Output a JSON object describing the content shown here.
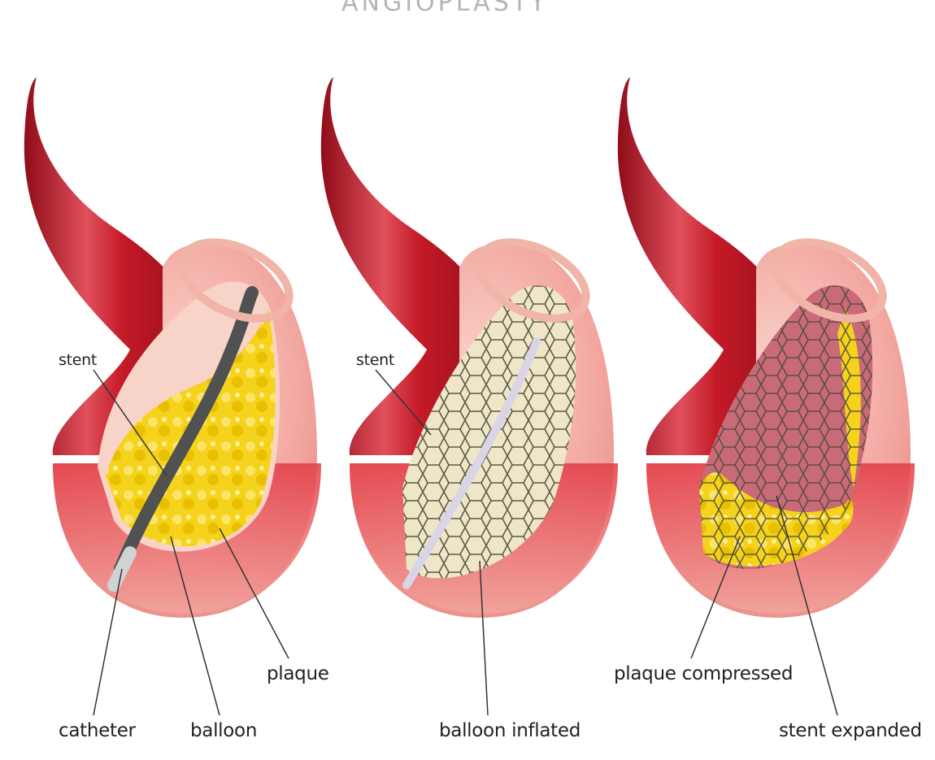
{
  "title": "ANGIOPLASTY",
  "panels": [
    {
      "id": "panel-1",
      "labels": {
        "stent": "stent",
        "catheter": "catheter",
        "balloon": "balloon",
        "plaque": "plaque"
      }
    },
    {
      "id": "panel-2",
      "labels": {
        "stent": "stent",
        "balloon_inflated": "balloon inflated"
      }
    },
    {
      "id": "panel-3",
      "labels": {
        "plaque_compressed": "plaque compressed",
        "stent_expanded": "stent expanded"
      }
    }
  ],
  "colors": {
    "artery_dark": "#a30f1c",
    "artery_mid": "#cf1f2c",
    "artery_highlight": "#e8606a",
    "wall_pink": "#f2a4a0",
    "wall_inner": "#f6c7bd",
    "plaque_yellow": "#f5d21c",
    "catheter": "#4f5250"
  }
}
